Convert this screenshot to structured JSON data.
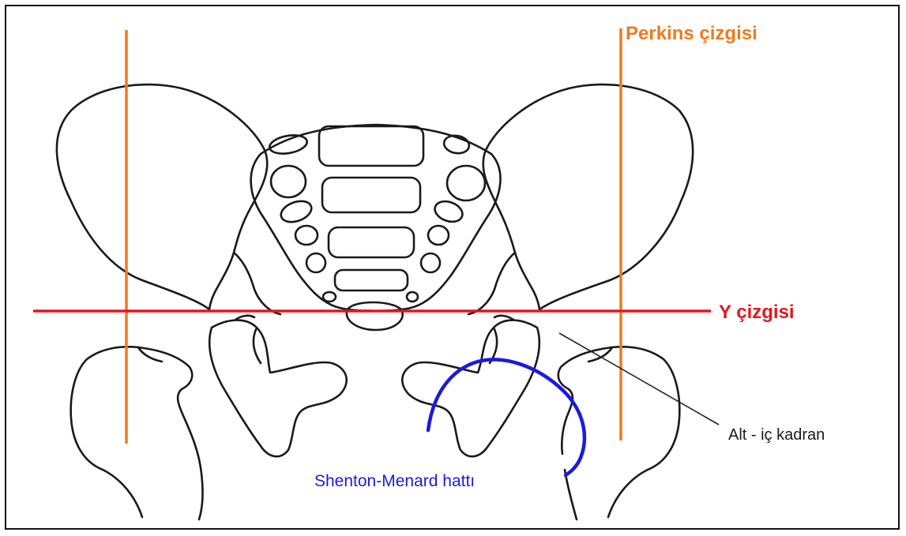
{
  "labels": {
    "perkins": "Perkins çizgisi",
    "y_line": "Y çizgisi",
    "quadrant": "Alt - iç kadran",
    "shenton": "Shenton-Menard hattı"
  },
  "colors": {
    "perkins": "#f07a1e",
    "y_line": "#e8141c",
    "shenton": "#1a1ae0",
    "outline": "#1a1a1a",
    "pointer": "#222222"
  }
}
